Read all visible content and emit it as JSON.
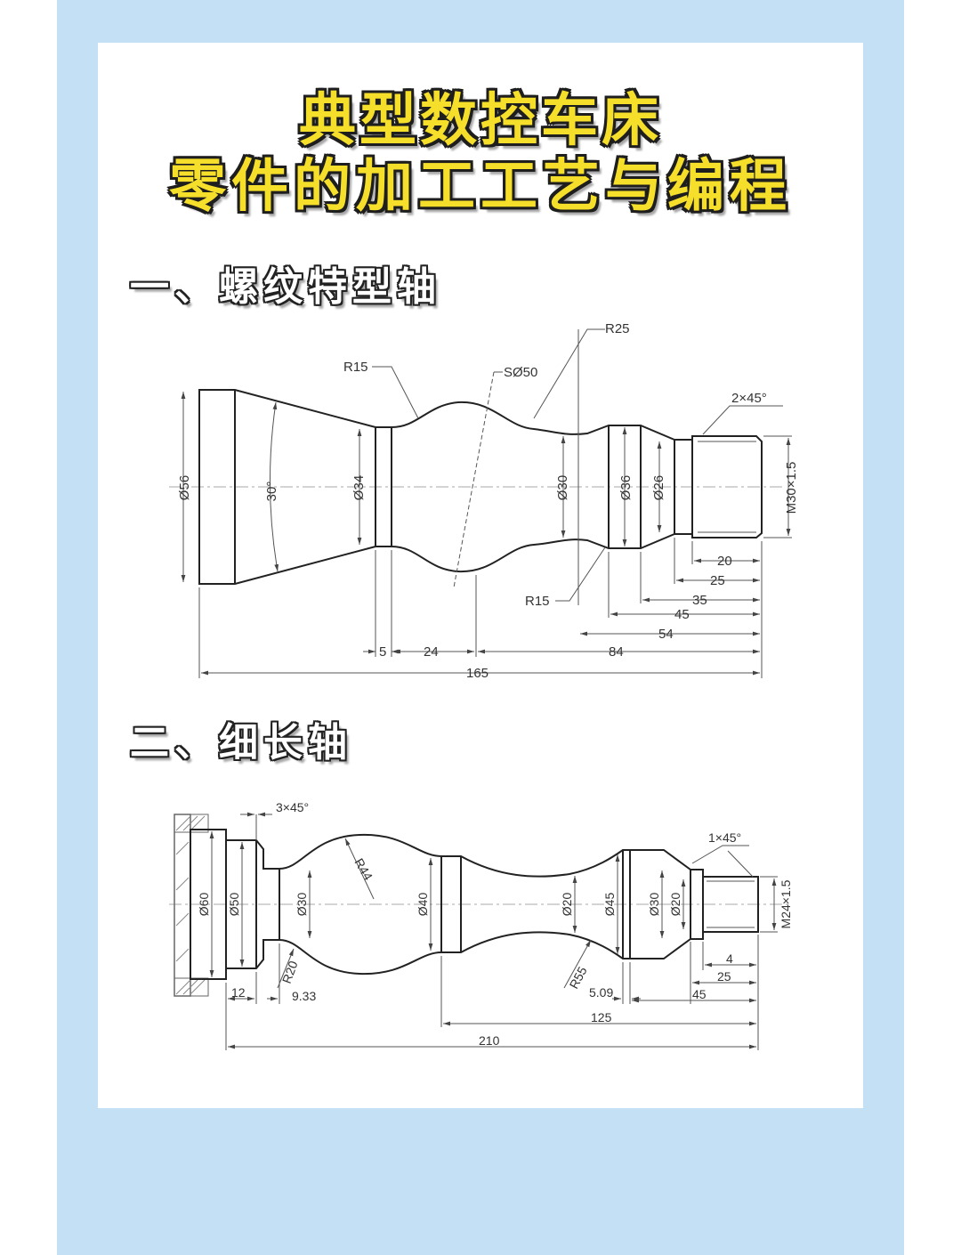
{
  "title": {
    "line1": "典型数控车床",
    "line2": "零件的加工工艺与编程"
  },
  "sections": [
    {
      "heading": "一、螺纹特型轴",
      "labels": {
        "r25": "R25",
        "r15_top": "R15",
        "s50": "SØ50",
        "chamfer": "2×45°",
        "d56": "Ø56",
        "ang30": "30°",
        "d34": "Ø34",
        "d30": "Ø30",
        "d36": "Ø36",
        "d26": "Ø26",
        "thread": "M30×1.5",
        "r15_bot": "R15",
        "l20": "20",
        "l25": "25",
        "l35": "35",
        "l45": "45",
        "l54": "54",
        "l5": "5",
        "l24": "24",
        "l84": "84",
        "l165": "165"
      }
    },
    {
      "heading": "二、细长轴",
      "labels": {
        "chamfer_left": "3×45°",
        "chamfer_right": "1×45°",
        "r44": "R44",
        "d60": "Ø60",
        "d50": "Ø50",
        "d30a": "Ø30",
        "d40": "Ø40",
        "d20a": "Ø20",
        "d45": "Ø45",
        "d30b": "Ø30",
        "d20b": "Ø20",
        "thread": "M24×1.5",
        "r20": "R20",
        "r55": "R55",
        "l12": "12",
        "l933": "9.33",
        "l509": "5.09",
        "l4": "4",
        "l25": "25",
        "l45": "45",
        "l125": "125",
        "l210": "210"
      }
    }
  ],
  "colors": {
    "frame": "#c4e0f5",
    "title_fill": "#f6df2a",
    "outline": "#1e1e1e"
  }
}
